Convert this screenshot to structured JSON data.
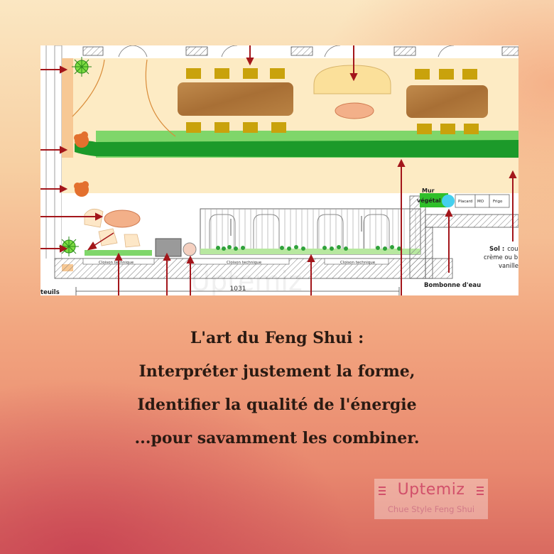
{
  "plan": {
    "labels": {
      "mur_line1": "Mur",
      "mur_line2": "végétal",
      "placard": "Placard",
      "mo": "MO",
      "frigo": "Frigo",
      "sol_title": "Sol :",
      "sol_rest1": "coul",
      "sol_line2": "crème ou b",
      "sol_line3": "vanille",
      "bonbonne": "Bombonne d'eau",
      "fauteuils": "teuils",
      "dimension": "1031",
      "cloison_1": "Cloison technique",
      "cloison_2": "Cloison technique",
      "cloison_3": "Cloison technique",
      "watermark": "Uptemiz"
    },
    "colors": {
      "floor": "#fdebc4",
      "table_wood": "#b27a3e",
      "chair": "#c9a20c",
      "green_wall": "#1c9a2a",
      "arrow": "#a3161b",
      "rug": "#f3b089"
    }
  },
  "caption": {
    "line1": "L'art du Feng Shui :",
    "line2": "Interpréter justement la forme,",
    "line3": "Identifier la qualité de l'énergie",
    "line4": "...pour savamment les combiner."
  },
  "logo": {
    "name": "Uptemiz",
    "tagline": "Chue Style Feng Shui"
  }
}
